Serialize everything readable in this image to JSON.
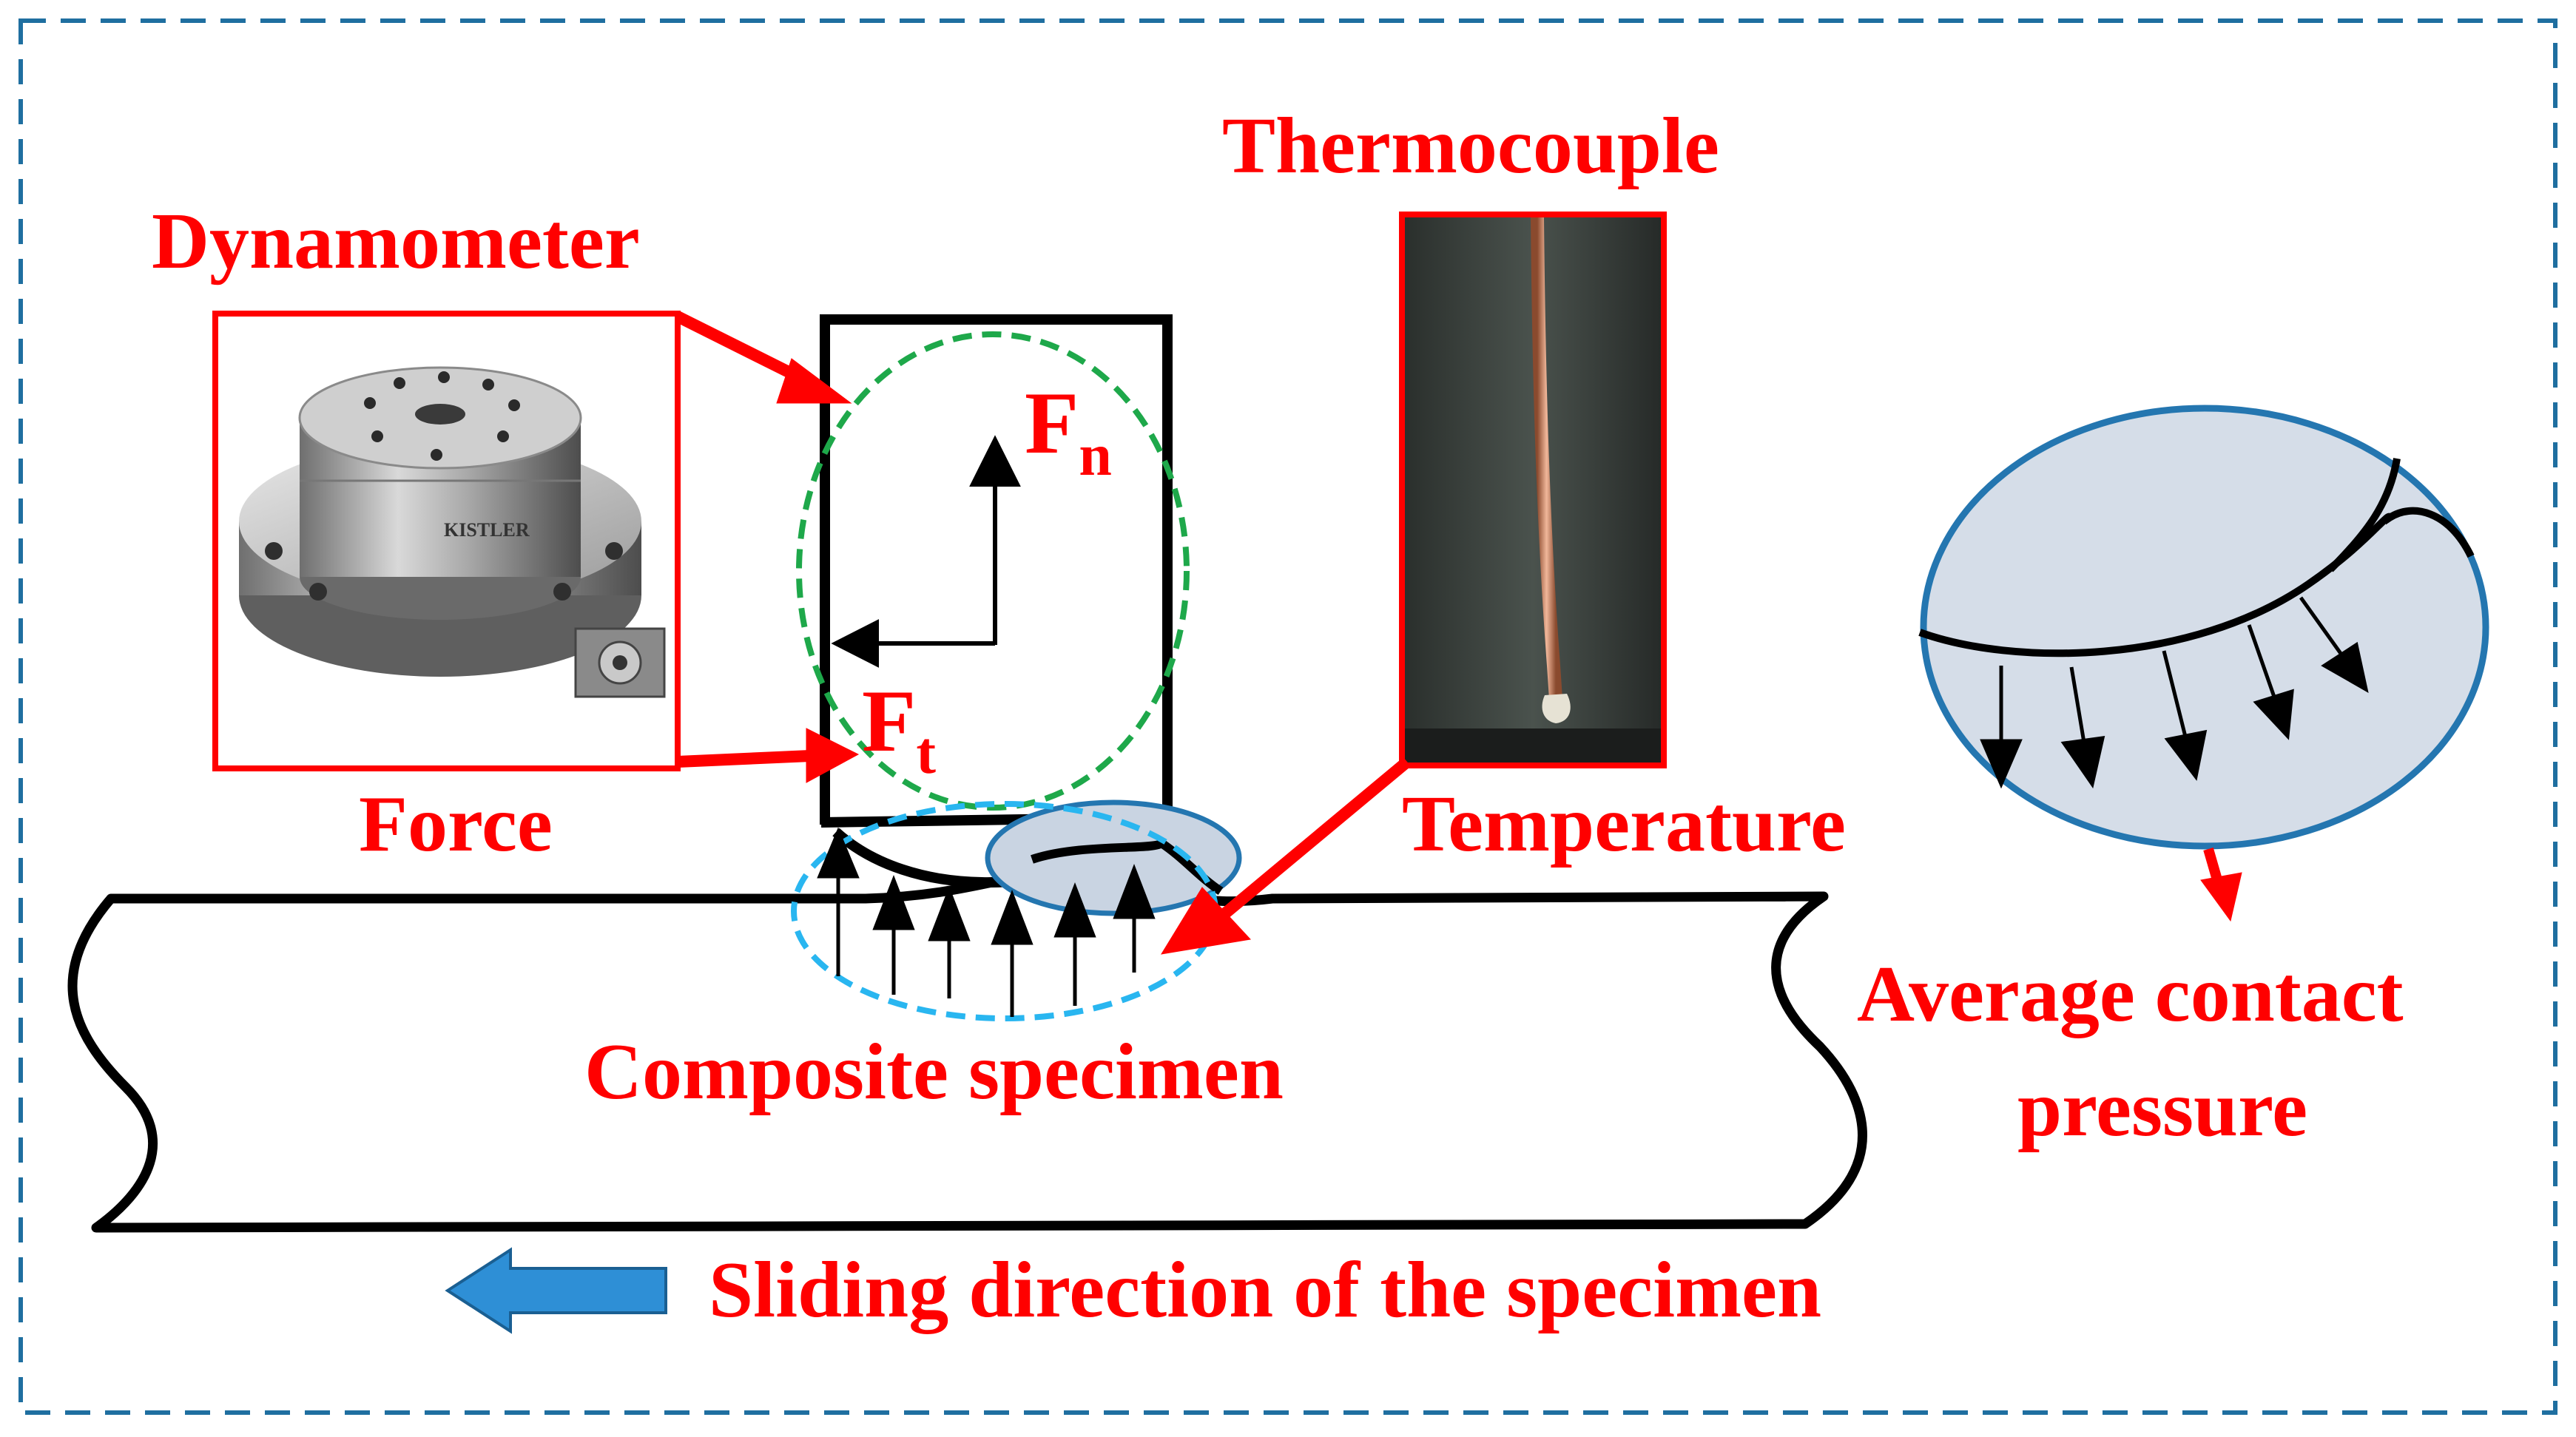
{
  "labels": {
    "dynamometer": "Dynamometer",
    "force": "Force",
    "thermocouple": "Thermocouple",
    "temperature": "Temperature",
    "composite_specimen": "Composite specimen",
    "average_contact_pressure_line1": "Average contact",
    "average_contact_pressure_line2": "pressure",
    "sliding_direction": "Sliding direction of the specimen"
  },
  "force_symbols": {
    "normal": {
      "base": "F",
      "subscript": "n"
    },
    "tangential": {
      "base": "F",
      "subscript": "t"
    }
  },
  "photos": {
    "dynamometer": {
      "brand_text": "KISTLER",
      "depicts": "cylindrical force dynamometer"
    },
    "thermocouple": {
      "depicts": "thin copper thermocouple wire with bead tip"
    }
  },
  "colors": {
    "annotation_red": "#ff0000",
    "outline_black": "#000000",
    "frame_dashed": "#1f6fa0",
    "contact_zone_dashed_green": "#1ea84a",
    "contact_zone_dashed_cyan": "#29b6f0",
    "pressure_ellipse_fill": "#d5dde8",
    "pressure_ellipse_stroke": "#2476b0",
    "sliding_arrow": "#2e8fd6"
  },
  "icons": {
    "sliding_arrow": "left-arrow-icon",
    "pointer_arrows": "red-arrow-icon",
    "pressure_arrows": "down-arrow-icon"
  }
}
